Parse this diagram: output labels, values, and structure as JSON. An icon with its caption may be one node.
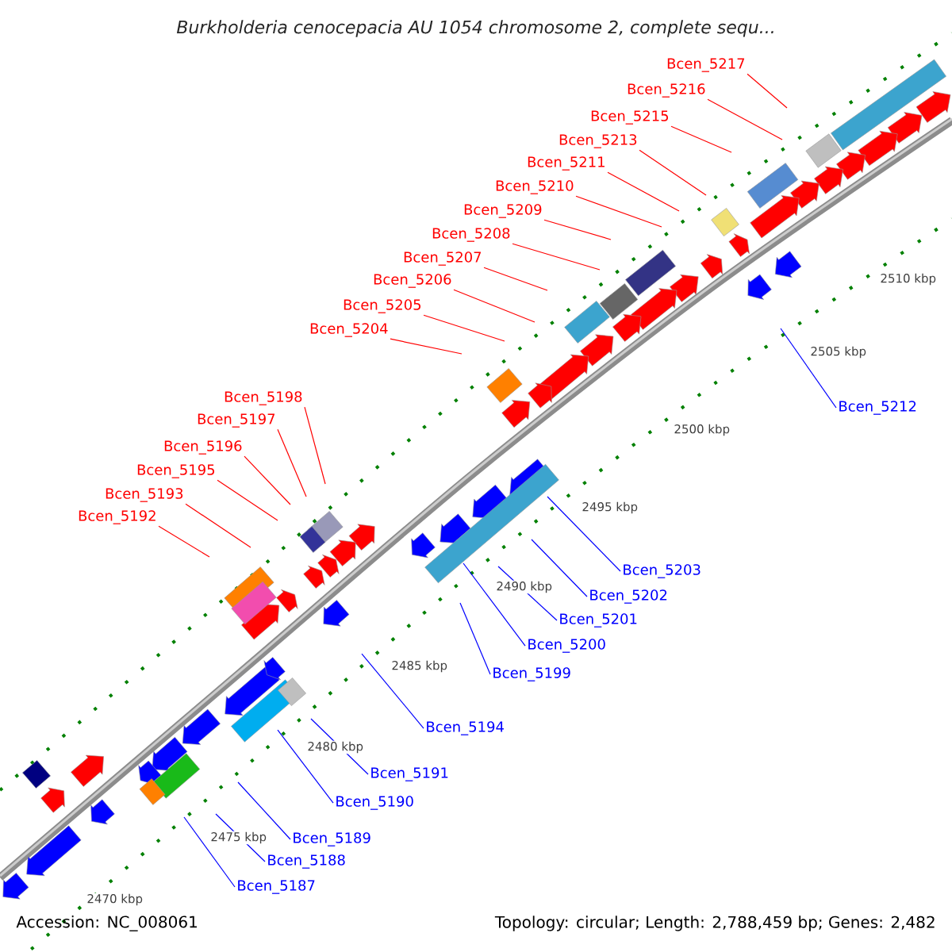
{
  "diagram": {
    "title": "*Burkholderia cenocepacia* AU 1054 chromosome 2, complete sequ...",
    "nodes": [
      {
        "text": [
          "Bcen_5217"
        ]
      },
      {
        "text": [
          "Bcen_5216"
        ]
      },
      {
        "text": [
          "Bcen_5215"
        ]
      },
      {
        "text": [
          "Bcen_5213"
        ]
      },
      {
        "text": [
          "Bcen_5211"
        ]
      },
      {
        "text": [
          "Bcen_5210"
        ]
      },
      {
        "text": [
          "Bcen_5209"
        ]
      },
      {
        "text": [
          "Bcen_5208"
        ]
      },
      {
        "text": [
          "Bcen_5207"
        ]
      },
      {
        "text": [
          "Bcen_5206"
        ]
      },
      {
        "text": [
          "Bcen_5205"
        ]
      },
      {
        "text": [
          "Bcen_5204"
        ]
      },
      {
        "text": [
          "Bcen_5198"
        ]
      },
      {
        "text": [
          "Bcen_5197"
        ]
      },
      {
        "text": [
          "Bcen_5196"
        ]
      },
      {
        "text": [
          "Bcen_5195"
        ]
      },
      {
        "text": [
          "Bcen_5193"
        ]
      },
      {
        "text": [
          "Bcen_5192"
        ]
      },
      {
        "text": [
          "Bcen_5212"
        ]
      },
      {
        "text": [
          "Bcen_5203"
        ]
      },
      {
        "text": [
          "Bcen_5202"
        ]
      },
      {
        "text": [
          "Bcen_5201"
        ]
      },
      {
        "text": [
          "Bcen_5200"
        ]
      },
      {
        "text": [
          "Bcen_5199"
        ]
      },
      {
        "text": [
          "Bcen_5194"
        ]
      },
      {
        "text": [
          "Bcen_5191"
        ]
      },
      {
        "text": [
          "Bcen_5190"
        ]
      },
      {
        "text": [
          "Bcen_5189"
        ]
      },
      {
        "text": [
          "Bcen_5188"
        ]
      },
      {
        "text": [
          "Bcen_5187"
        ]
      }
    ],
    "edges": [
      {
        "from": 0,
        "to": null,
        "arrow": "none"
      },
      {
        "from": 1,
        "to": null,
        "arrow": "none"
      },
      {
        "from": 2,
        "to": null,
        "arrow": "none"
      },
      {
        "from": 3,
        "to": null,
        "arrow": "none"
      },
      {
        "from": 4,
        "to": null,
        "arrow": "none"
      },
      {
        "from": 5,
        "to": null,
        "arrow": "none"
      },
      {
        "from": 6,
        "to": null,
        "arrow": "none"
      },
      {
        "from": 7,
        "to": null,
        "arrow": "none"
      },
      {
        "from": 8,
        "to": null,
        "arrow": "none"
      },
      {
        "from": 9,
        "to": null,
        "arrow": "none"
      },
      {
        "from": 10,
        "to": null,
        "arrow": "none"
      },
      {
        "from": 11,
        "to": null,
        "arrow": "none"
      },
      {
        "from": 12,
        "to": null,
        "arrow": "none"
      },
      {
        "from": 13,
        "to": null,
        "arrow": "none"
      },
      {
        "from": 14,
        "to": null,
        "arrow": "none"
      },
      {
        "from": 15,
        "to": null,
        "arrow": "none"
      },
      {
        "from": 16,
        "to": null,
        "arrow": "none"
      },
      {
        "from": 17,
        "to": null,
        "arrow": "none"
      },
      {
        "from": 18,
        "to": null,
        "arrow": "none",
        "color": "#0000ff"
      },
      {
        "from": 19,
        "to": null,
        "arrow": "none",
        "color": "#0000ff"
      },
      {
        "from": 20,
        "to": null,
        "arrow": "none",
        "color": "#0000ff"
      },
      {
        "from": 21,
        "to": null,
        "arrow": "none",
        "color": "#0000ff"
      },
      {
        "from": 22,
        "to": null,
        "arrow": "none",
        "color": "#0000ff"
      },
      {
        "from": 23,
        "to": null,
        "arrow": "none",
        "color": "#0000ff"
      },
      {
        "from": 24,
        "to": null,
        "arrow": "none",
        "color": "#0000ff"
      },
      {
        "from": 25,
        "to": null,
        "arrow": "none",
        "color": "#0000ff"
      },
      {
        "from": 26,
        "to": null,
        "arrow": "none",
        "color": "#0000ff"
      },
      {
        "from": 27,
        "to": null,
        "arrow": "none",
        "color": "#0000ff"
      },
      {
        "from": 28,
        "to": null,
        "arrow": "none",
        "color": "#0000ff"
      },
      {
        "from": 29,
        "to": null,
        "arrow": "none",
        "color": "#0000ff"
      }
    ],
    "labels": [
      "2510 kbp",
      "2505 kbp",
      "2500 kbp",
      "2495 kbp",
      "2490 kbp",
      "2485 kbp",
      "2480 kbp",
      "2475 kbp",
      "2470 kbp",
      "Accession: NC_008061",
      "Topology: circular; Length: 2,788,459 bp; Genes: 2,482"
    ]
  }
}
